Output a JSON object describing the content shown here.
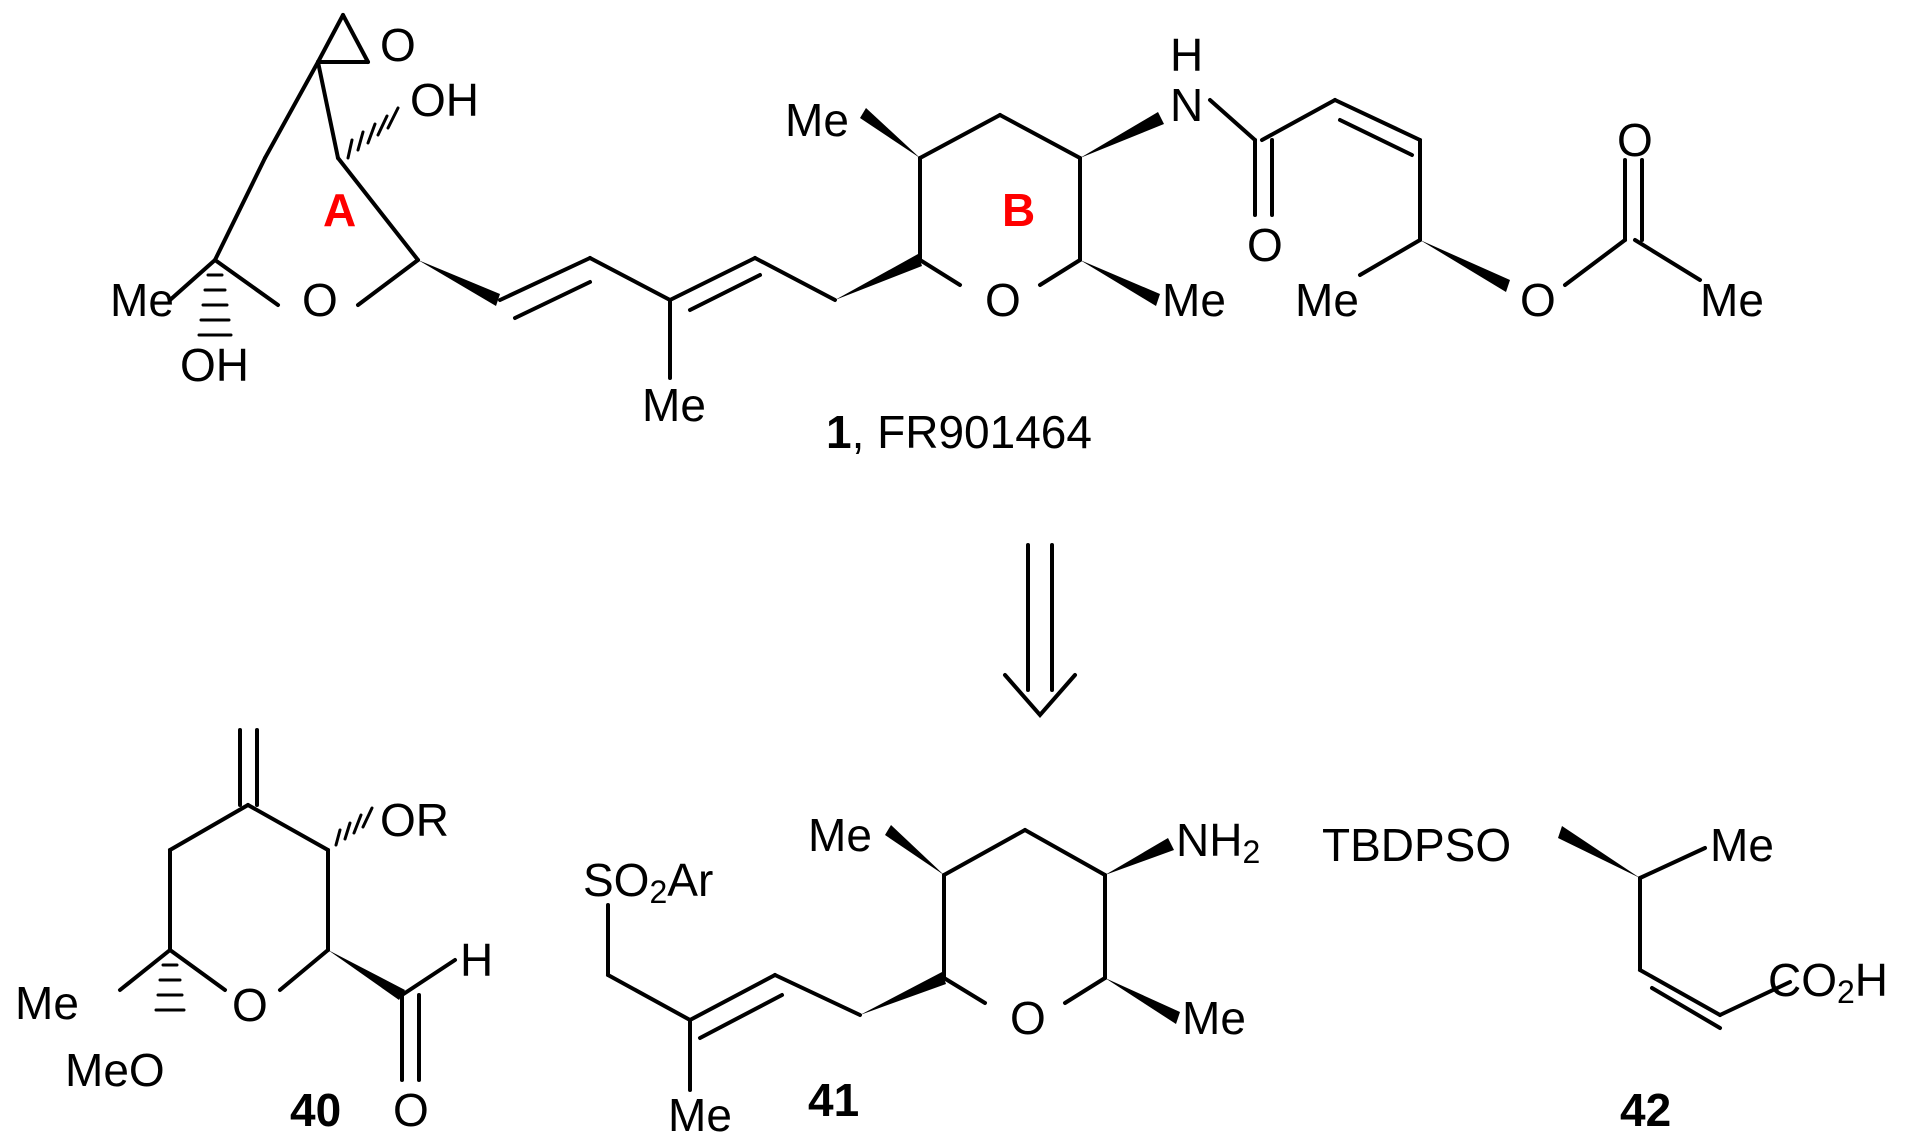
{
  "compound1": {
    "ring_a_label": "A",
    "ring_b_label": "B",
    "atoms": {
      "epoxide_o": "O",
      "oh_top": "OH",
      "me_left": "Me",
      "ring_a_o": "O",
      "oh_bottom": "OH",
      "me_chain": "Me",
      "me_ring_b_top": "Me",
      "ring_b_o": "O",
      "me_ring_b_bottom": "Me",
      "nh_h": "H",
      "nh_n": "N",
      "amide_o": "O",
      "me_ester_left": "Me",
      "ester_o": "O",
      "acetyl_o": "O",
      "acetyl_me": "Me"
    },
    "id_number": "1",
    "id_name": ", FR901464"
  },
  "arrow": "retrosynthesis",
  "compound40": {
    "id": "40",
    "atoms": {
      "or": "OR",
      "me": "Me",
      "ring_o": "O",
      "meo": "MeO",
      "h": "H",
      "ald_o": "O"
    }
  },
  "compound41": {
    "id": "41",
    "atoms": {
      "so2_s": "SO",
      "so2_sub": "2",
      "so2_ar": "Ar",
      "me_top": "Me",
      "nh2": "NH",
      "nh2_sub": "2",
      "ring_o": "O",
      "me_right": "Me",
      "me_chain": "Me"
    }
  },
  "compound42": {
    "id": "42",
    "atoms": {
      "tbdpso": "TBDPSO",
      "me": "Me",
      "co2h_a": "CO",
      "co2h_sub": "2",
      "co2h_b": "H"
    }
  }
}
